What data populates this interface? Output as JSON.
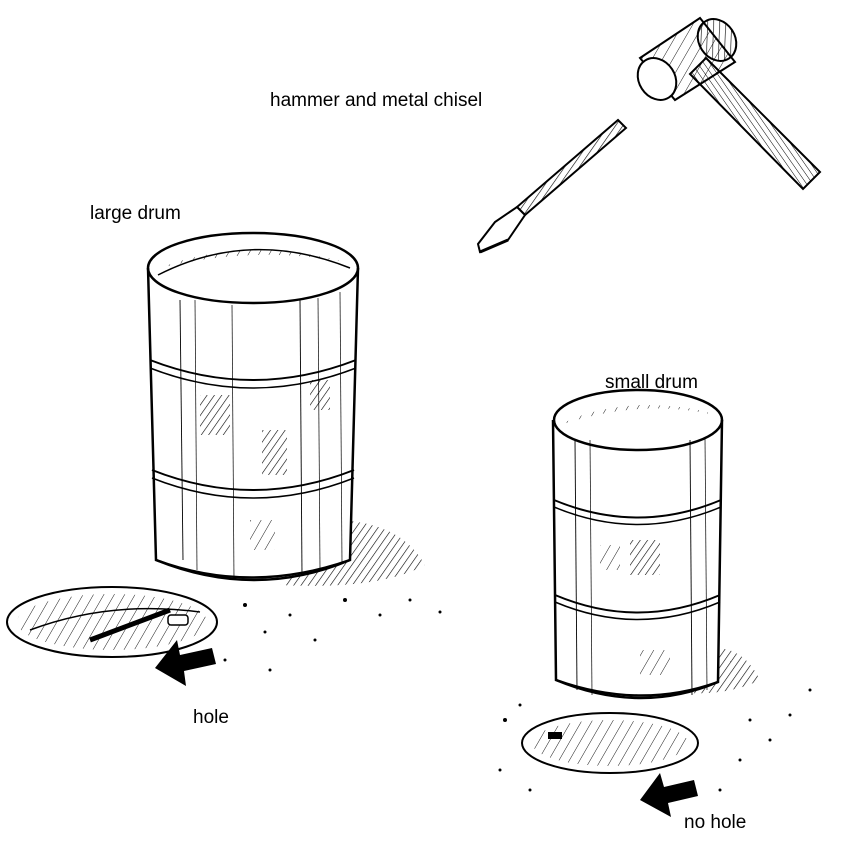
{
  "labels": {
    "tools": "hammer and metal chisel",
    "large_drum": "large drum",
    "small_drum": "small drum",
    "hole": "hole",
    "no_hole": "no hole"
  },
  "colors": {
    "ink": "#000000",
    "paper": "#ffffff"
  }
}
